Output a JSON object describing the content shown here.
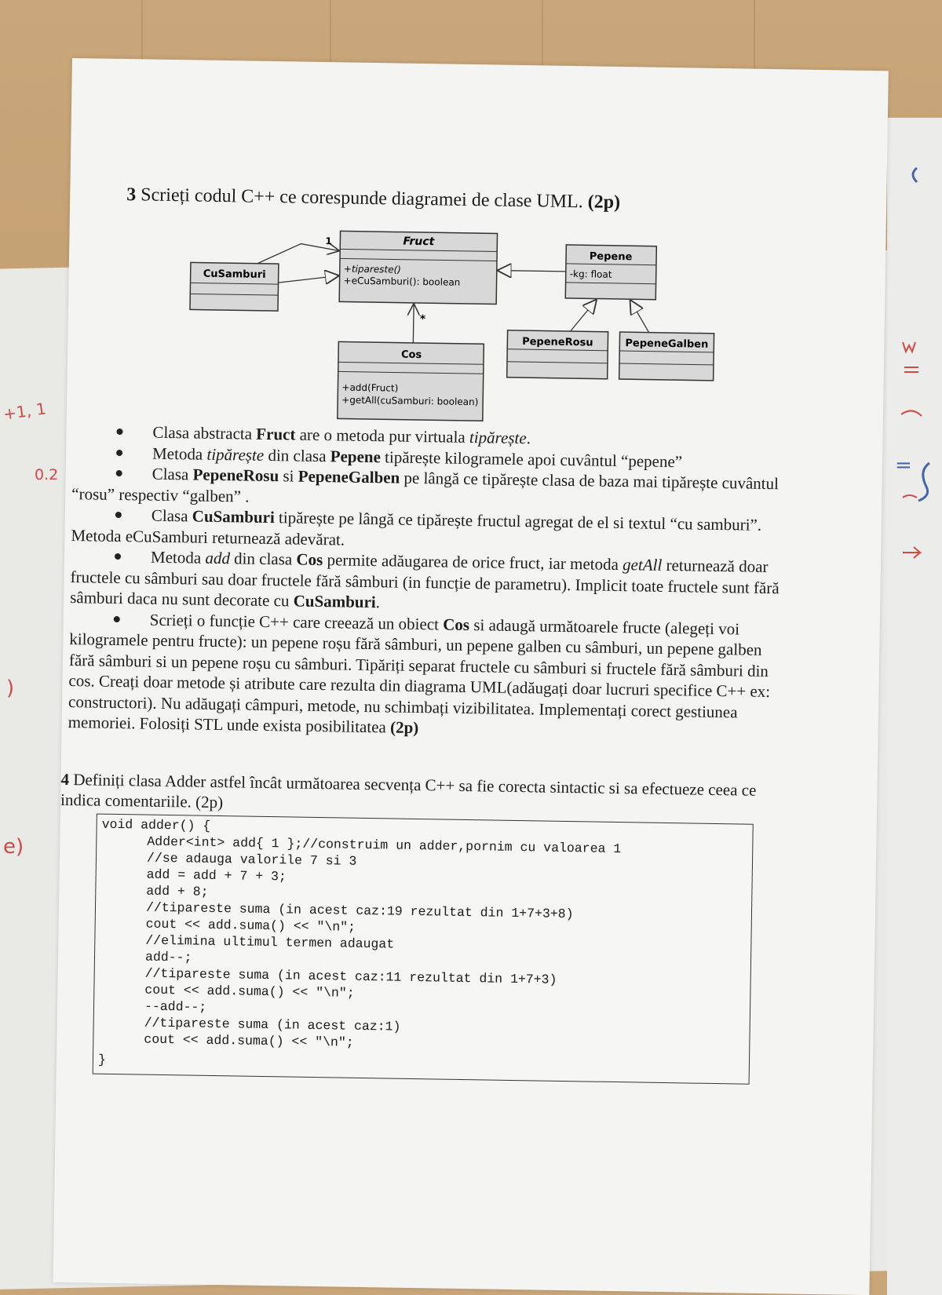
{
  "question3": {
    "number": "3",
    "text": "Scrieți codul C++ ce corespunde diagramei de clase UML.",
    "points": "(2p)"
  },
  "uml": {
    "fruct": {
      "name": "Fruct",
      "methods": [
        "+tipareste()",
        "+eCuSamburi(): boolean"
      ]
    },
    "cusamburi": {
      "name": "CuSamburi"
    },
    "pepene": {
      "name": "Pepene",
      "attributes": [
        "-kg: float"
      ]
    },
    "pepenerosu": {
      "name": "PepeneRosu"
    },
    "pepenegalben": {
      "name": "PepeneGalben"
    },
    "cos": {
      "name": "Cos",
      "methods": [
        "+add(Fruct)",
        "+getAll(cuSamburi: boolean)"
      ]
    },
    "multiplicity_one": "1",
    "multiplicity_many": "*"
  },
  "bullets": {
    "b1": [
      "Clasa abstracta ",
      "Fruct",
      " are o metoda pur virtuala ",
      "tipărește",
      "."
    ],
    "b2": [
      "Metoda ",
      "tipărește",
      " din clasa ",
      "Pepene",
      " tipărește kilogramele apoi cuvântul “pepene”"
    ],
    "b3": [
      "Clasa ",
      "PepeneRosu",
      " si ",
      "PepeneGalben",
      " pe lângă ce tipărește clasa de baza mai tipărește cuvântul “rosu” respectiv “galben” ."
    ],
    "b4": [
      "Clasa ",
      "CuSamburi",
      " tipărește pe lângă ce tipărește fructul agregat de el si textul “cu samburi”. Metoda eCuSamburi returnează adevărat."
    ],
    "b5": [
      "Metoda ",
      "add",
      " din clasa ",
      "Cos",
      " permite adăugarea de orice fruct, iar metoda ",
      "getAll",
      " returnează doar fructele cu sâmburi sau doar fructele fără sâmburi (in funcție de parametru). Implicit toate fructele sunt fără sâmburi daca nu sunt decorate cu ",
      "CuSamburi",
      "."
    ],
    "b6": [
      "Scrieți o funcție C++ care creează un obiect ",
      "Cos",
      " si adaugă următoarele fructe (alegeți voi kilogramele pentru fructe): un pepene roșu fără sâmburi, un pepene galben cu sâmburi, un pepene galben fără sâmburi si un pepene roșu cu sâmburi. Tipăriți separat fructele cu sâmburi si fructele fără sâmburi din cos. Creați doar metode și atribute care rezulta din diagrama UML(adăugați doar lucruri specifice C++ ex: constructori). Nu adăugați câmpuri, metode, nu schimbați vizibilitatea. Implementați corect gestiunea memoriei. Folosiți STL unde exista posibilitatea ",
      "(2p)"
    ]
  },
  "question4": {
    "number": "4",
    "text": "Definiți clasa Adder astfel încât următoarea secvența C++ sa fie corecta sintactic si sa efectueze ceea ce indica comentariile. (2p)"
  },
  "code": {
    "lines": [
      "void adder() {",
      "Adder<int> add{ 1 };//construim un adder,pornim cu valoarea 1",
      "//se adauga valorile 7 si 3",
      "add = add + 7 + 3;",
      "add + 8;",
      "//tipareste suma (in acest caz:19 rezultat din 1+7+3+8)",
      "cout << add.suma() << \"\\n\";",
      "//elimina ultimul termen adaugat",
      "add--;",
      "//tipareste suma (in acest caz:11 rezultat din 1+7+3)",
      "cout << add.suma() << \"\\n\";",
      "--add--;",
      "//tipareste suma (in acest caz:1)",
      "cout << add.suma() << \"\\n\";",
      "}"
    ]
  },
  "annotations": {
    "left_note": "+1, 1",
    "score": "0.2",
    "right_note": "=",
    "paren": ")",
    "e_paren": "e)"
  },
  "colors": {
    "pen_red": "#d24a44",
    "pen_blue": "#4466aa",
    "uml_fill": "#d8d8d8"
  }
}
